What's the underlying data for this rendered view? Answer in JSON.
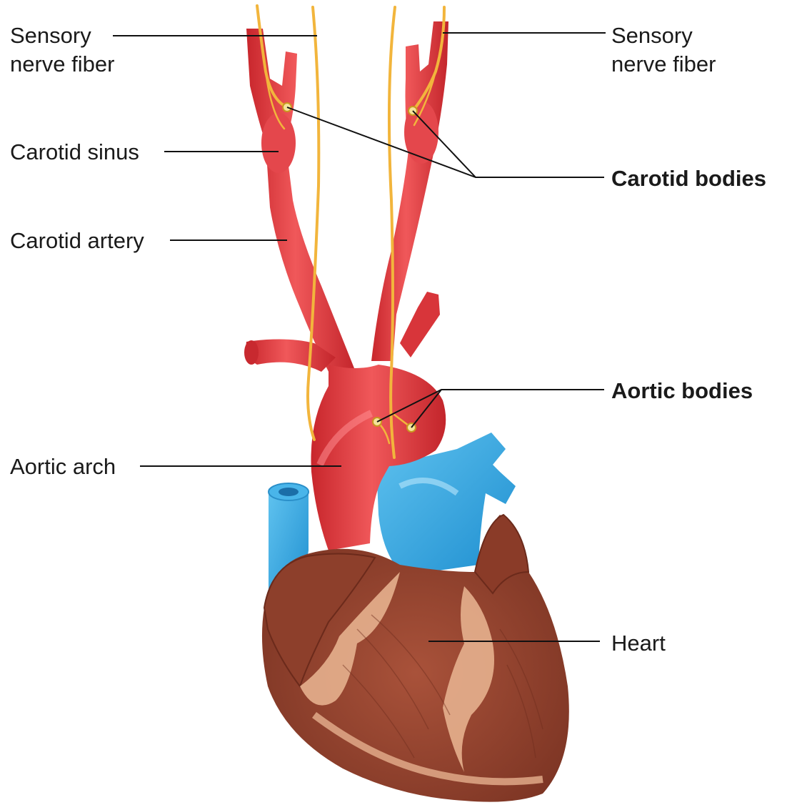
{
  "labels": {
    "sensory_left_line1": "Sensory",
    "sensory_left_line2": "nerve fiber",
    "sensory_right_line1": "Sensory",
    "sensory_right_line2": "nerve fiber",
    "carotid_sinus": "Carotid sinus",
    "carotid_artery": "Carotid artery",
    "aortic_arch": "Aortic arch",
    "carotid_bodies": "Carotid bodies",
    "aortic_bodies": "Aortic bodies",
    "heart": "Heart"
  },
  "colors": {
    "artery": "#e0393e",
    "vein": "#3fa9e0",
    "nerve": "#f2b53c",
    "heart_muscle": "#9e4a34",
    "fat": "#e6b08e"
  }
}
